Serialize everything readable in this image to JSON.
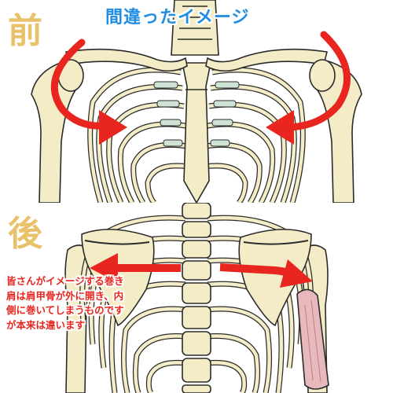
{
  "front": {
    "label": "前",
    "title": "間違ったイメージ"
  },
  "back": {
    "label": "後",
    "note": "皆さんがイメージする巻き肩は肩甲骨が外に開き、内側に巻いてしまうものですが本来は違います"
  },
  "colors": {
    "bone": "#f3ecc6",
    "bone_outline": "#2b2b2b",
    "cartilage": "#cfe3d5",
    "arrow_red": "#e8261f",
    "title_blue": "#1f8de0",
    "label_gold": "#e9c169",
    "muscle_pink": "#e7b8bc"
  }
}
